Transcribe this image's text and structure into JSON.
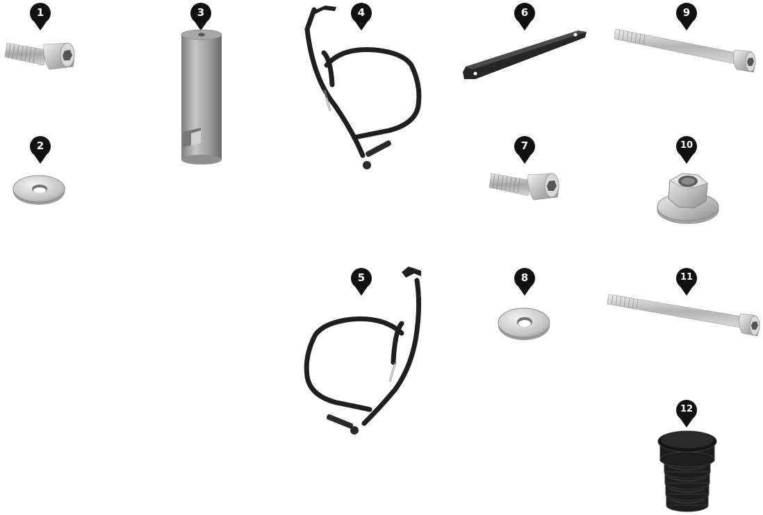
{
  "colors": {
    "marker": "#111111",
    "marker_text": "#ffffff",
    "steel": "#bdbdbd",
    "dark_steel": "#6e6e6e",
    "black_part": "#1a1a1a"
  },
  "markers": [
    {
      "label": "1",
      "icon": "bolt-icon"
    },
    {
      "label": "2",
      "icon": "washer-icon"
    },
    {
      "label": "3",
      "icon": "spacer-icon"
    },
    {
      "label": "4",
      "icon": "crash-bar-icon"
    },
    {
      "label": "5",
      "icon": "crash-bar-icon"
    },
    {
      "label": "6",
      "icon": "bracket-plate-icon"
    },
    {
      "label": "7",
      "icon": "bolt-icon"
    },
    {
      "label": "8",
      "icon": "washer-icon"
    },
    {
      "label": "9",
      "icon": "long-bolt-icon"
    },
    {
      "label": "10",
      "icon": "flange-nut-icon"
    },
    {
      "label": "11",
      "icon": "long-bolt-icon"
    },
    {
      "label": "12",
      "icon": "end-cap-icon"
    }
  ]
}
